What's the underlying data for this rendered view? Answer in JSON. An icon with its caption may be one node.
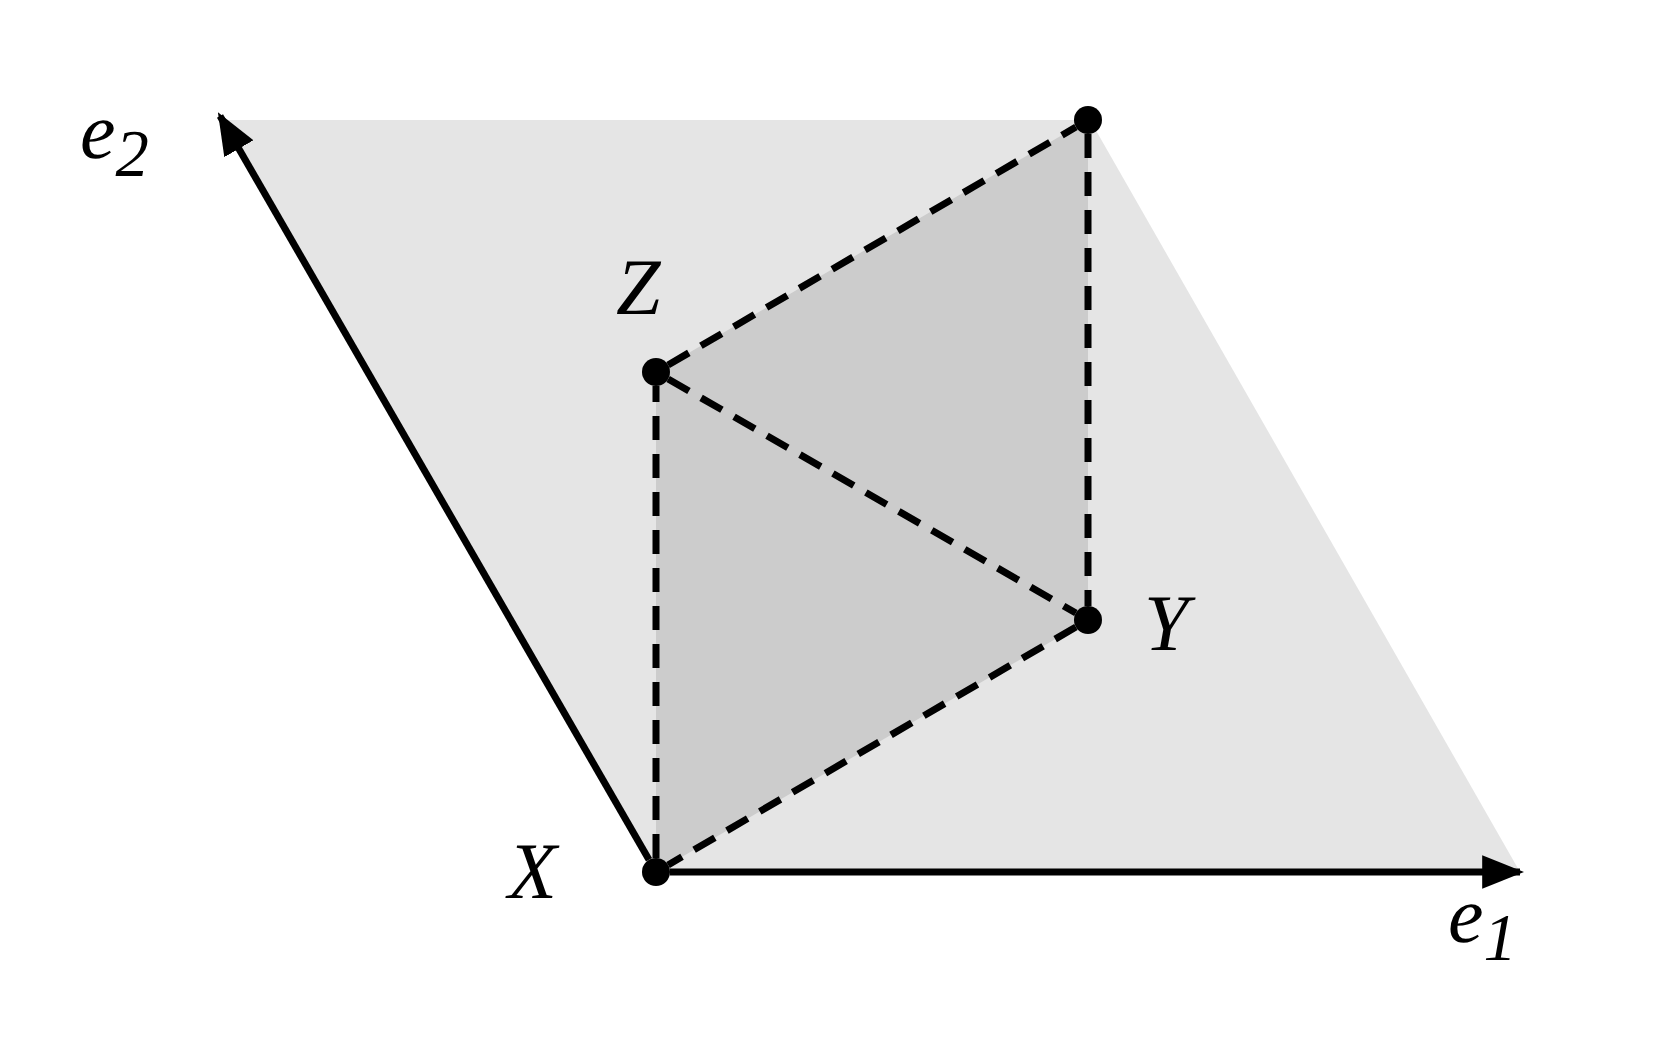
{
  "diagram": {
    "nodes": [
      {
        "text": [],
        "shape": "circle",
        "beside": [
          "X"
        ]
      },
      {
        "text": [],
        "shape": "circle",
        "beside": [
          "Y"
        ]
      },
      {
        "text": [],
        "shape": "circle",
        "beside": [
          "Z"
        ]
      },
      {
        "text": [],
        "shape": "circle"
      },
      {
        "text": [
          "e$_{1}$"
        ]
      },
      {
        "text": [
          "e$_{2}$"
        ]
      }
    ],
    "edges": [
      {
        "from": 0,
        "to": 4,
        "arrow": "to"
      },
      {
        "from": 0,
        "to": 5,
        "arrow": "to"
      },
      {
        "from": 0,
        "to": 2,
        "arrow": "none",
        "style": "dashed"
      },
      {
        "from": 2,
        "to": 3,
        "arrow": "none",
        "style": "dashed"
      },
      {
        "from": 3,
        "to": 1,
        "arrow": "none",
        "style": "dashed"
      },
      {
        "from": 2,
        "to": 1,
        "arrow": "none",
        "style": "dashed"
      },
      {
        "from": 1,
        "to": 0,
        "arrow": "none",
        "style": "dashed"
      }
    ]
  }
}
